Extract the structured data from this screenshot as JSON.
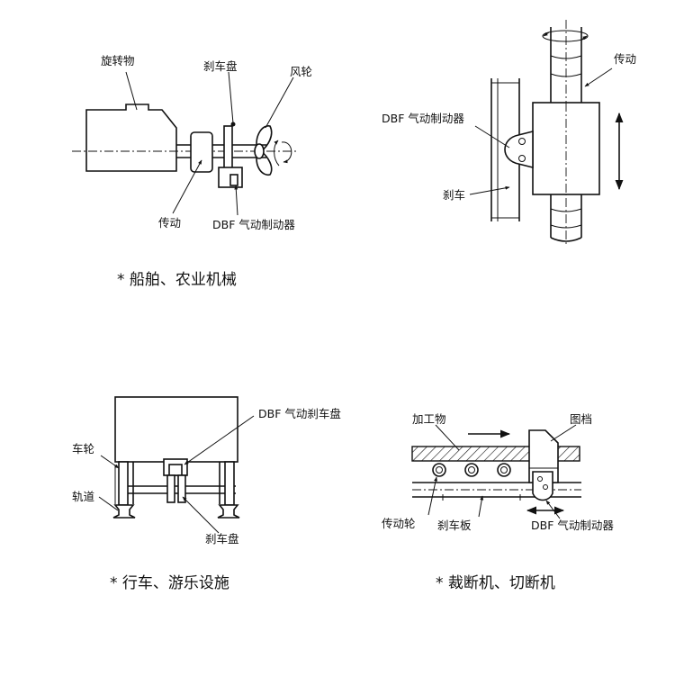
{
  "panels": {
    "marine": {
      "label_rotating": "旋转物",
      "label_disc": "刹车盘",
      "label_fan": "风轮",
      "label_drive": "传动",
      "label_brake": "DBF 气动制动器",
      "caption": "* 船舶、农业机械"
    },
    "vertical": {
      "label_drive": "传动",
      "label_brake": "DBF 气动制动器",
      "label_rail": "刹车",
      "caption": ""
    },
    "crane": {
      "label_disc_brake": "DBF 气动刹车盘",
      "label_wheel": "车轮",
      "label_track": "轨道",
      "label_disc": "刹车盘",
      "caption": "* 行车、游乐设施"
    },
    "cutting": {
      "label_work": "加工物",
      "label_stop": "图档",
      "label_roller": "传动轮",
      "label_plate": "刹车板",
      "label_brake": "DBF 气动制动器",
      "caption": "* 裁断机、切断机"
    }
  },
  "icons": [
    "rotation-arrow-icon",
    "double-arrow-icon",
    "right-arrow-icon"
  ],
  "colors": {
    "ink": "#111111",
    "background": "#ffffff"
  }
}
